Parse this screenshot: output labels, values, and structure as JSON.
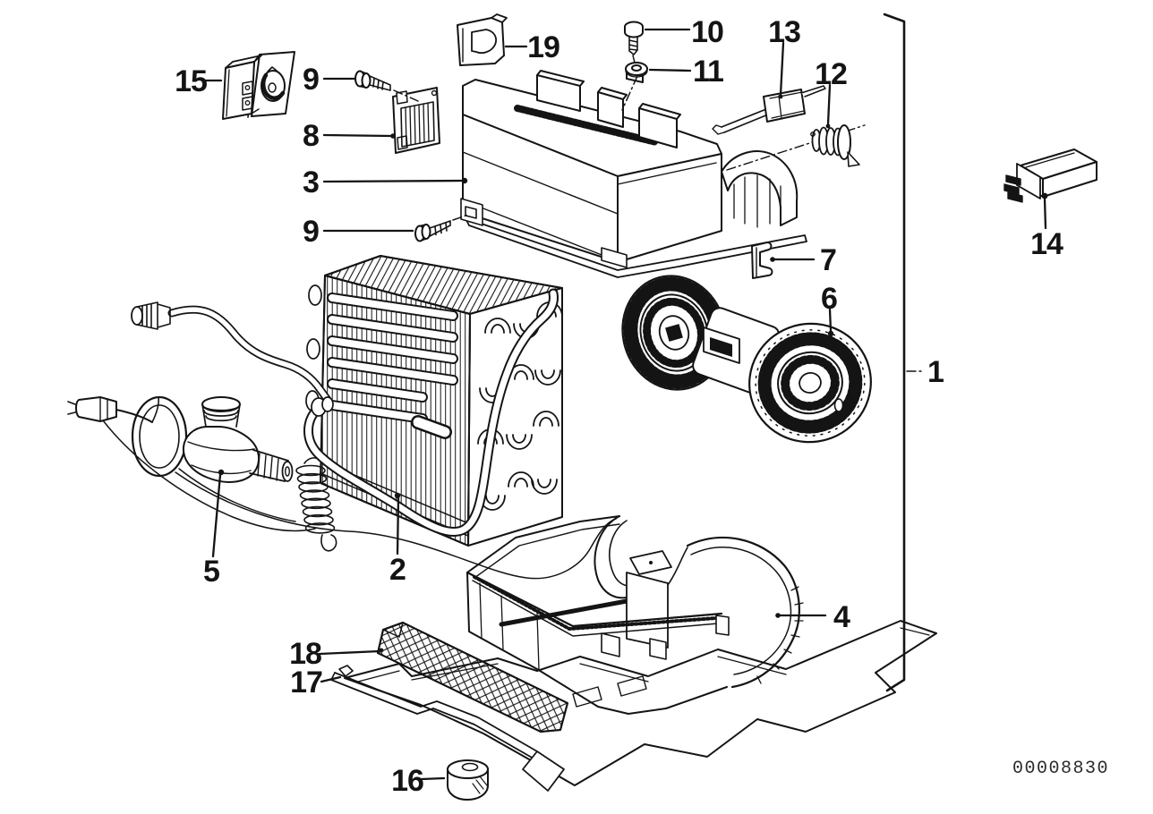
{
  "diagram": {
    "doc_number": "00008830",
    "background_color": "#ffffff",
    "ink_color": "#141414",
    "callouts": {
      "part1": "1",
      "part2": "2",
      "part3": "3",
      "part4": "4",
      "part5": "5",
      "part6": "6",
      "part7": "7",
      "part8": "8",
      "part9a": "9",
      "part9b": "9",
      "part10": "10",
      "part11": "11",
      "part12": "12",
      "part13": "13",
      "part14": "14",
      "part15": "15",
      "part16": "16",
      "part17": "17",
      "part18": "18",
      "part19": "19"
    }
  }
}
